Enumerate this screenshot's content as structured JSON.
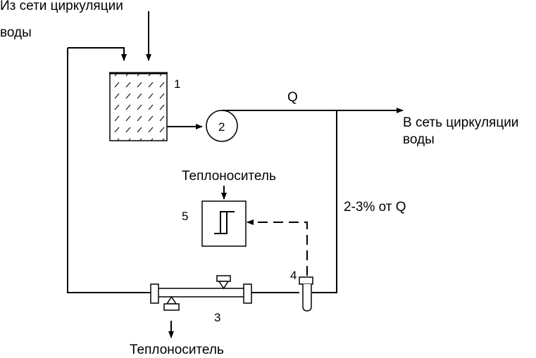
{
  "labels": {
    "inlet_line1": "Из сети циркуляции",
    "inlet_line2": "воды",
    "outlet_line1": "В сеть циркуляции",
    "outlet_line2": "воды",
    "flow": "Q",
    "bypass_share": "2-3% от Q",
    "coolant_top": "Теплоноситель",
    "coolant_bottom": "Теплоноситель"
  },
  "numbers": {
    "tank": "1",
    "pump": "2",
    "heat_exchanger": "3",
    "sensor": "4",
    "controller": "5"
  }
}
